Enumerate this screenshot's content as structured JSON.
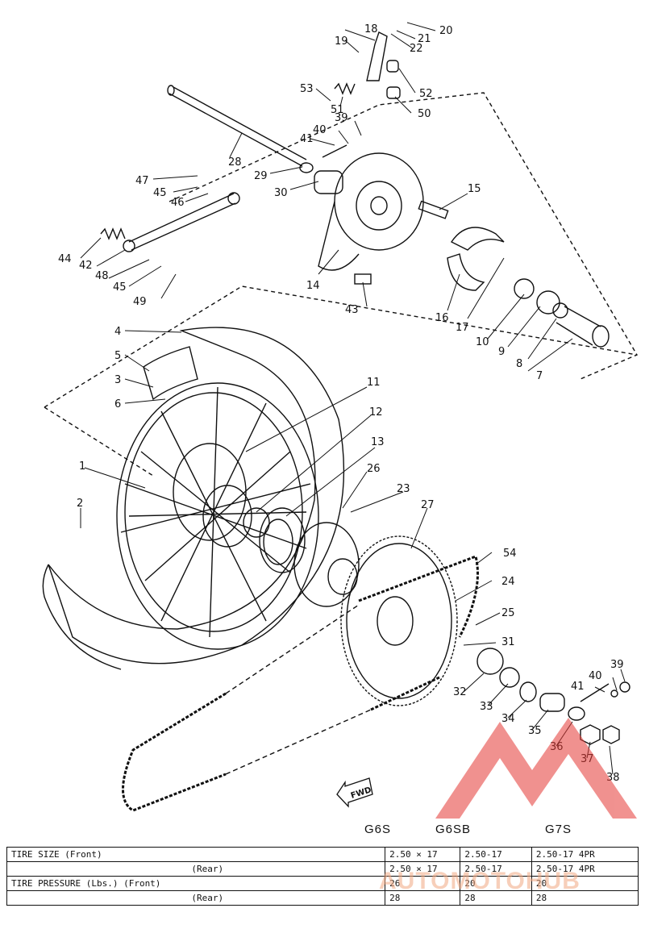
{
  "callouts": [
    "1",
    "2",
    "3",
    "4",
    "5",
    "6",
    "7",
    "8",
    "9",
    "10",
    "11",
    "12",
    "13",
    "14",
    "15",
    "16",
    "17",
    "18",
    "19",
    "20",
    "21",
    "22",
    "23",
    "24",
    "25",
    "26",
    "27",
    "28",
    "29",
    "30",
    "31",
    "32",
    "33",
    "34",
    "35",
    "36",
    "37",
    "38",
    "39",
    "40",
    "41",
    "42",
    "43",
    "44",
    "45",
    "46",
    "47",
    "48",
    "49",
    "50",
    "51",
    "52",
    "53",
    "54"
  ],
  "direction_label": "FWD",
  "models": [
    "G6S",
    "G6SB",
    "G7S"
  ],
  "spec_table": {
    "rows": [
      {
        "label": "TIRE SIZE (Front)",
        "values": [
          "2.50 × 17",
          "2.50-17",
          "2.50-17 4PR"
        ]
      },
      {
        "label": "(Rear)",
        "values": [
          "2.50 × 17",
          "2.50-17",
          "2.50-17 4PR"
        ]
      },
      {
        "label": "TIRE PRESSURE (Lbs.) (Front)",
        "values": [
          "26",
          "20",
          "20"
        ]
      },
      {
        "label": "(Rear)",
        "values": [
          "28",
          "28",
          "28"
        ]
      }
    ]
  },
  "watermark": {
    "text": "AUTOMOTOHUB",
    "color": "#e53935"
  }
}
